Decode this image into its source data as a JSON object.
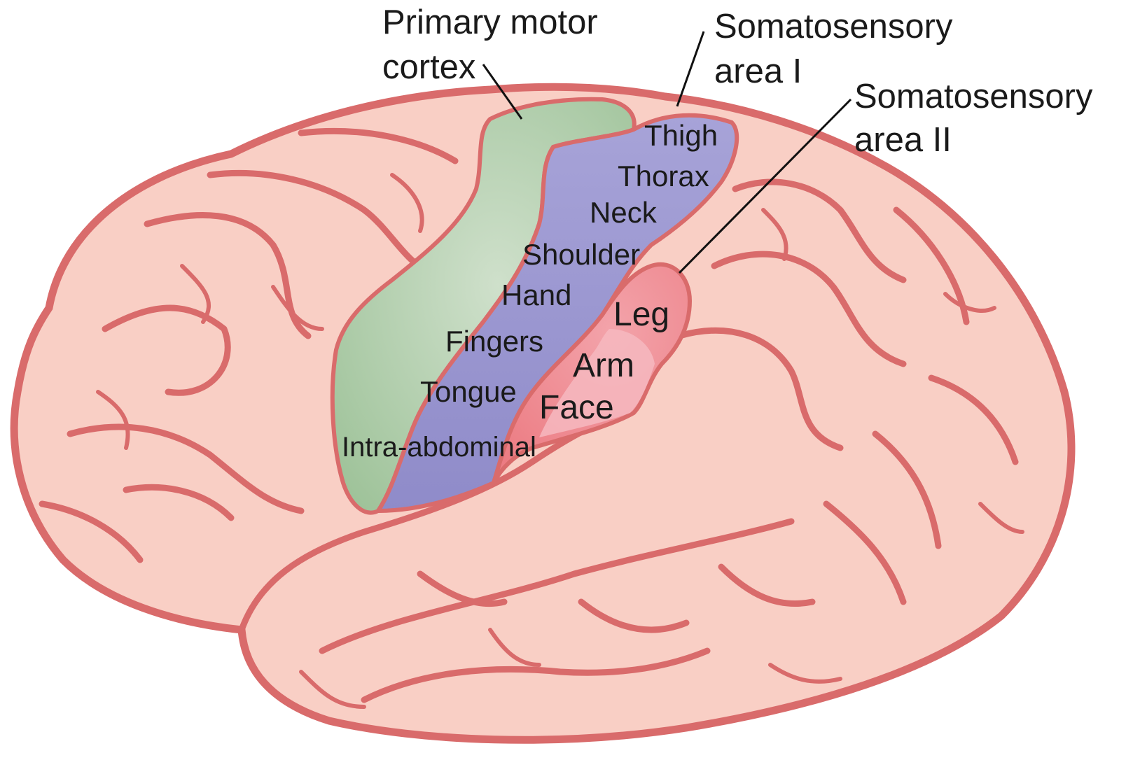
{
  "callouts": {
    "primary_motor_line1": "Primary motor",
    "primary_motor_line2": "cortex",
    "somatosensory_1_line1": "Somatosensory",
    "somatosensory_1_line2": "area I",
    "somatosensory_2_line1": "Somatosensory",
    "somatosensory_2_line2": "area II"
  },
  "regions": {
    "thigh": "Thigh",
    "thorax": "Thorax",
    "neck": "Neck",
    "shoulder": "Shoulder",
    "hand": "Hand",
    "fingers": "Fingers",
    "tongue": "Tongue",
    "intra_abdominal": "Intra-abdominal",
    "leg": "Leg",
    "arm": "Arm",
    "face": "Face"
  },
  "colors": {
    "brain_fill": "#f9cfc5",
    "brain_outline": "#d96b6b",
    "motor_cortex": "#a9c9a4",
    "somatosensory_area_1": "#9e98d2",
    "somatosensory_area_2": "#ef7f85",
    "somatosensory_area_2_light": "#f6b8c0"
  }
}
